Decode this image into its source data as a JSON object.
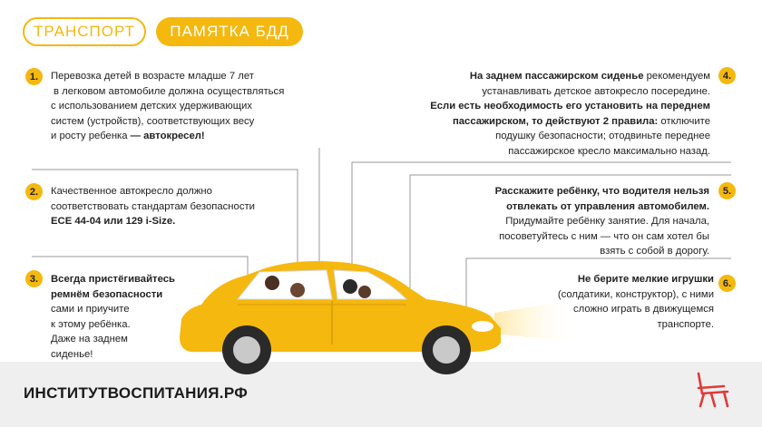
{
  "header": {
    "tag_transport": "ТРАНСПОРТ",
    "tag_memo": "ПАМЯТКА БДД"
  },
  "rules": [
    {
      "number": "1.",
      "lines": [
        "Перевозка детей в возрасте младше 7 лет",
        "в легковом автомобиле должна осуществляться",
        "с использованием детских удерживающих",
        "систем (устройств), соответствующих весу",
        "и росту ребенка"
      ],
      "emphasis": "— автокресел!"
    },
    {
      "number": "2.",
      "lines": [
        "Качественное автокресло должно",
        "соответствовать стандартам безопасности"
      ],
      "emphasis": "ECE 44-04 или 129 i-Size."
    },
    {
      "number": "3.",
      "bold_lines": [
        "Всегда пристёгивайтесь",
        "ремнём безопасности"
      ],
      "lines": [
        "сами и приучите",
        "к этому ребёнка.",
        "Даже на заднем",
        "сиденье!"
      ]
    },
    {
      "number": "4.",
      "bold_lead": "На заднем пассажирском сиденье",
      "lead_rest": "рекомендуем",
      "line2": "устанавливать детское автокресло посередине.",
      "bold_mid_1": "Если есть необходимость его установить на переднем",
      "bold_mid_2": "пассажирском, то действуют 2 правила:",
      "mid_rest": "отключите",
      "line5": "подушку безопасности; отодвиньте переднее",
      "line6": "пассажирское кресло максимально назад."
    },
    {
      "number": "5.",
      "bold_lines": [
        "Расскажите ребёнку, что водителя нельзя",
        "отвлекать от управления автомобилем."
      ],
      "lines": [
        "Придумайте ребёнку занятие. Для начала,",
        "посоветуйтесь с ним — что он сам хотел бы",
        "взять с собой в дорогу."
      ]
    },
    {
      "number": "6.",
      "bold_lines": [
        "Не берите мелкие игрушки"
      ],
      "lines": [
        "(солдатики, конструктор), с ними",
        "сложно играть в движущемся",
        "транспорте."
      ]
    }
  ],
  "footer": {
    "site": "ИНСТИТУТВОСПИТАНИЯ.РФ"
  },
  "colors": {
    "accent": "#f5b80f",
    "car_body": "#f5b80f",
    "footer_bg": "#efefef"
  }
}
